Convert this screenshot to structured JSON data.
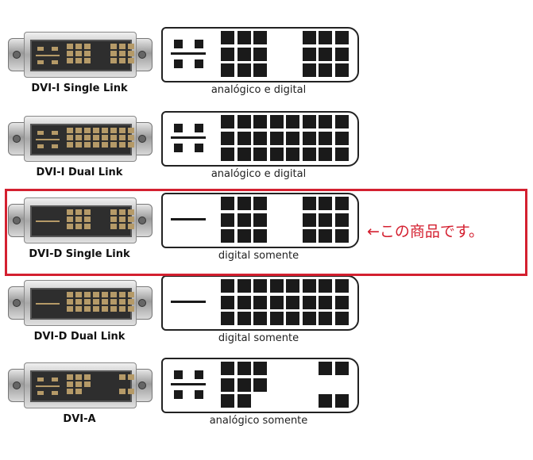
{
  "connectors": [
    {
      "name": "DVI-I Single Link",
      "description": "analógico e digital",
      "analog": true,
      "pins": [
        "11100111",
        "11100111",
        "11100111"
      ]
    },
    {
      "name": "DVI-I Dual Link",
      "description": "analógico e digital",
      "analog": true,
      "pins": [
        "11111111",
        "11111111",
        "11111111"
      ]
    },
    {
      "name": "DVI-D Single Link",
      "description": "digital somente",
      "analog": false,
      "pins": [
        "11100111",
        "11100111",
        "11100111"
      ]
    },
    {
      "name": "DVI-D Dual Link",
      "description": "digital somente",
      "analog": false,
      "pins": [
        "11111111",
        "11111111",
        "11111111"
      ]
    },
    {
      "name": "DVI-A",
      "description": "analógico somente",
      "analog": true,
      "pins": [
        "11100011",
        "11100000",
        "11000011"
      ]
    }
  ],
  "highlight": {
    "index": 2,
    "note": "←この商品です。",
    "color": "#d42030"
  }
}
